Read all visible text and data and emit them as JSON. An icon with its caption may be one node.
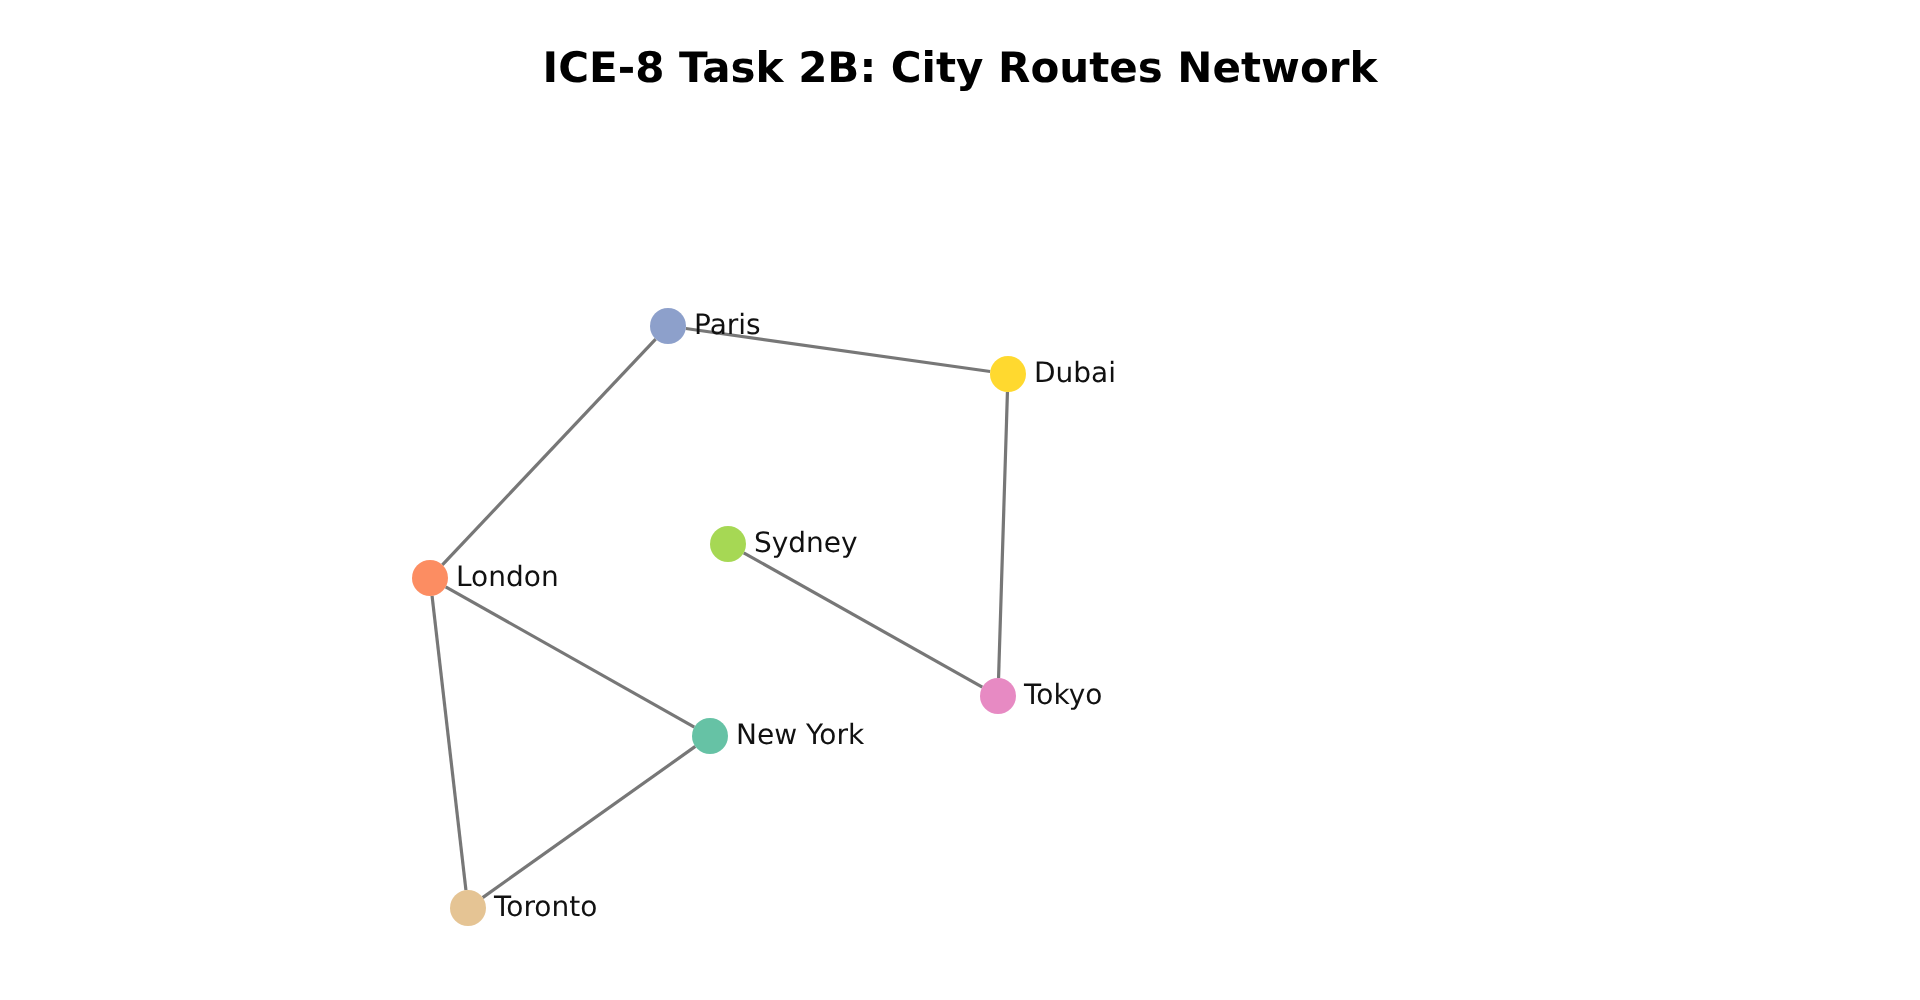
{
  "diagram": {
    "title": "ICE-8 Task 2B: City Routes Network",
    "nodes": [
      {
        "text": [
          "Paris"
        ]
      },
      {
        "text": [
          "Dubai"
        ]
      },
      {
        "text": [
          "Sydney"
        ]
      },
      {
        "text": [
          "London"
        ]
      },
      {
        "text": [
          "Tokyo"
        ]
      },
      {
        "text": [
          "New York"
        ]
      },
      {
        "text": [
          "Toronto"
        ]
      }
    ],
    "edges": [
      {
        "from": 0,
        "to": 3,
        "arrow": "none"
      },
      {
        "from": 0,
        "to": 1,
        "arrow": "none"
      },
      {
        "from": 1,
        "to": 4,
        "arrow": "none"
      },
      {
        "from": 2,
        "to": 4,
        "arrow": "none"
      },
      {
        "from": 3,
        "to": 5,
        "arrow": "none"
      },
      {
        "from": 3,
        "to": 6,
        "arrow": "none"
      },
      {
        "from": 5,
        "to": 6,
        "arrow": "none"
      }
    ]
  }
}
